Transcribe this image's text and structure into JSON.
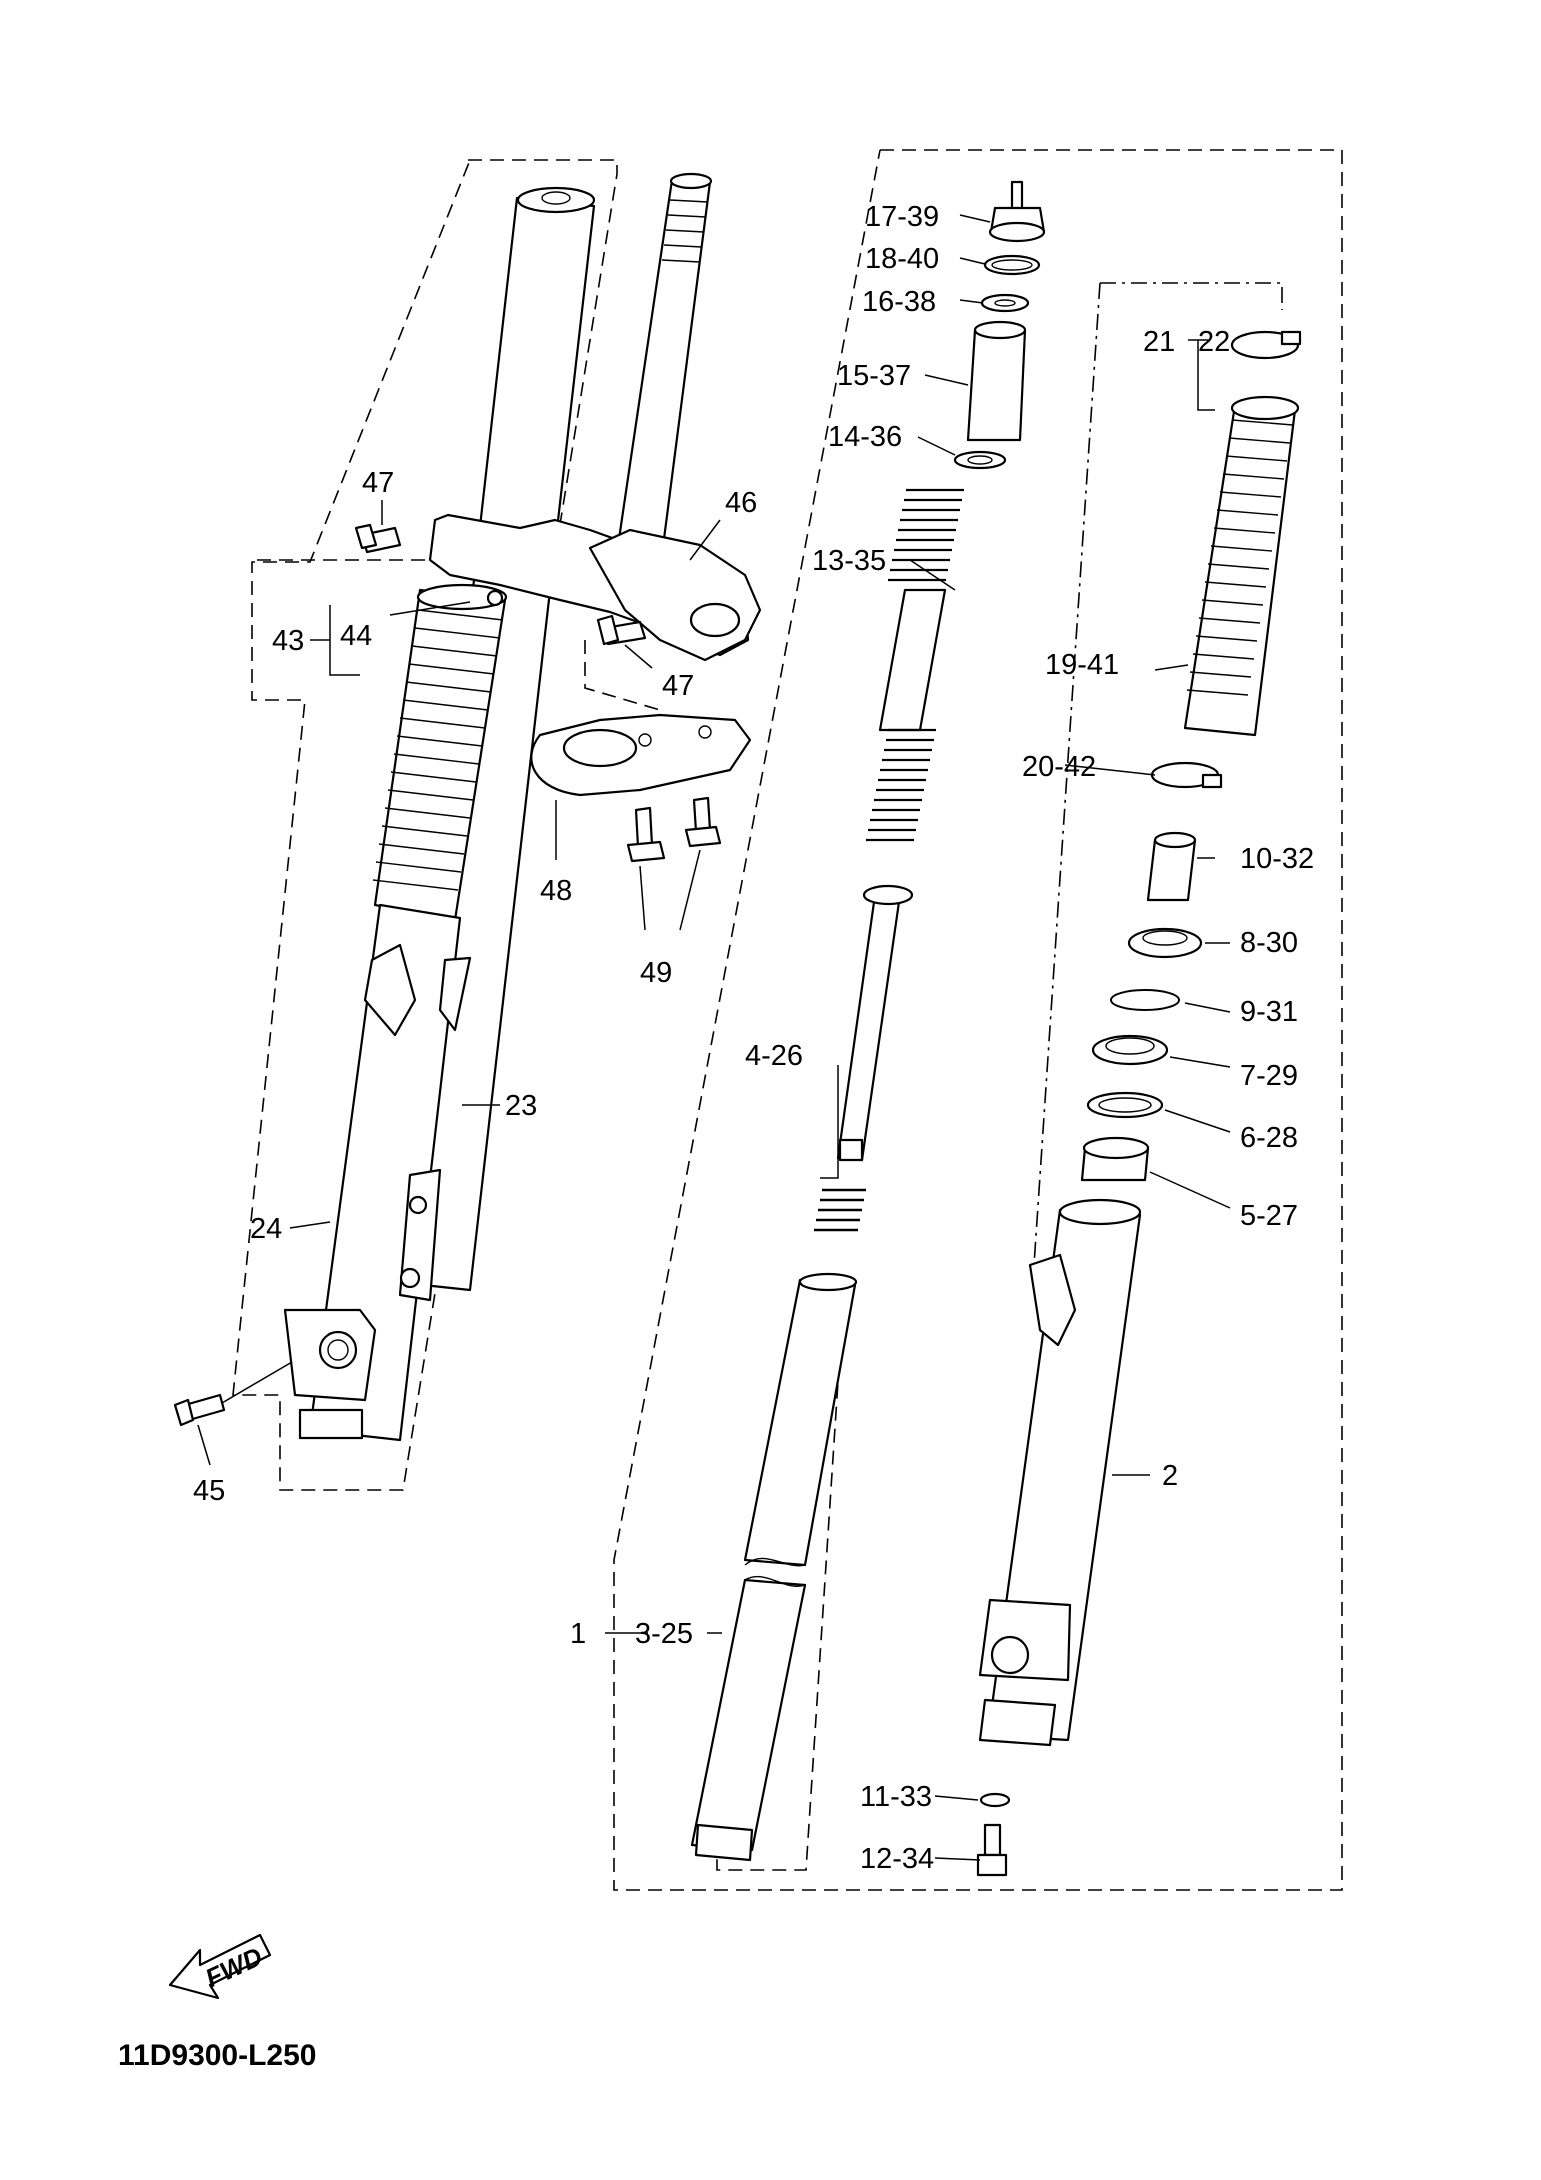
{
  "diagram_code": "11D9300-L250",
  "fwd_label": "FWD",
  "callouts": {
    "c17_39": "17-39",
    "c18_40": "18-40",
    "c16_38": "16-38",
    "c15_37": "15-37",
    "c14_36": "14-36",
    "c13_35": "13-35",
    "c4_26": "4-26",
    "c1": "1",
    "c3_25": "3-25",
    "c21": "21",
    "c22": "22",
    "c19_41": "19-41",
    "c20_42": "20-42",
    "c10_32": "10-32",
    "c8_30": "8-30",
    "c9_31": "9-31",
    "c7_29": "7-29",
    "c6_28": "6-28",
    "c5_27": "5-27",
    "c2": "2",
    "c11_33": "11-33",
    "c12_34": "12-34",
    "c47a": "47",
    "c46": "46",
    "c43": "43",
    "c44": "44",
    "c47b": "47",
    "c48": "48",
    "c49": "49",
    "c23": "23",
    "c24": "24",
    "c45": "45"
  }
}
